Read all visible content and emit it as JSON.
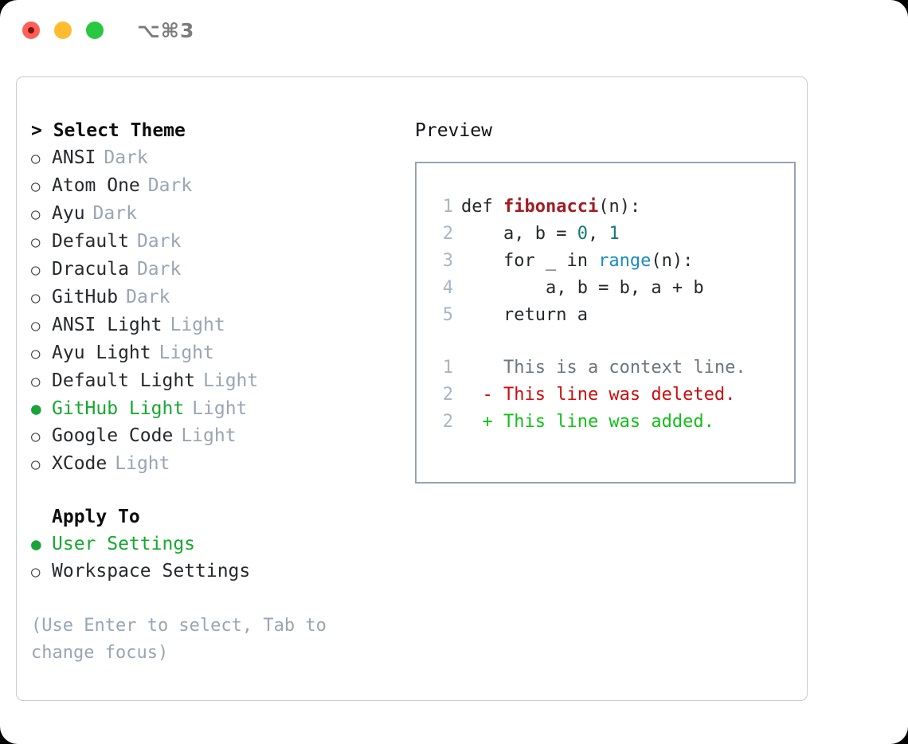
{
  "window": {
    "titlebar_label": "⌥⌘3",
    "traffic_lights": [
      "close-red",
      "minimize-yellow",
      "zoom-green"
    ]
  },
  "left": {
    "header": "> Select Theme",
    "themes": [
      {
        "marker": "○",
        "name": "ANSI",
        "badge": "Dark",
        "selected": false
      },
      {
        "marker": "○",
        "name": "Atom One",
        "badge": "Dark",
        "selected": false
      },
      {
        "marker": "○",
        "name": "Ayu",
        "badge": "Dark",
        "selected": false
      },
      {
        "marker": "○",
        "name": "Default",
        "badge": "Dark",
        "selected": false
      },
      {
        "marker": "○",
        "name": "Dracula",
        "badge": "Dark",
        "selected": false
      },
      {
        "marker": "○",
        "name": "GitHub",
        "badge": "Dark",
        "selected": false
      },
      {
        "marker": "○",
        "name": "ANSI Light",
        "badge": "Light",
        "selected": false
      },
      {
        "marker": "○",
        "name": "Ayu Light",
        "badge": "Light",
        "selected": false
      },
      {
        "marker": "○",
        "name": "Default Light",
        "badge": "Light",
        "selected": false
      },
      {
        "marker": "●",
        "name": "GitHub Light",
        "badge": "Light",
        "selected": true
      },
      {
        "marker": "○",
        "name": "Google Code",
        "badge": "Light",
        "selected": false
      },
      {
        "marker": "○",
        "name": "XCode",
        "badge": "Light",
        "selected": false
      }
    ],
    "apply_to": {
      "title": "Apply To",
      "options": [
        {
          "marker": "●",
          "name": "User Settings",
          "selected": true
        },
        {
          "marker": "○",
          "name": "Workspace Settings",
          "selected": false
        }
      ]
    },
    "hint": "(Use Enter to select, Tab to change focus)"
  },
  "preview": {
    "title": "Preview",
    "code_lines": [
      {
        "no": "1",
        "parts": [
          {
            "t": "def ",
            "c": "plain"
          },
          {
            "t": "fibonacci",
            "c": "fn"
          },
          {
            "t": "(n):",
            "c": "plain"
          }
        ]
      },
      {
        "no": "2",
        "parts": [
          {
            "t": "    a, b = ",
            "c": "plain"
          },
          {
            "t": "0",
            "c": "num"
          },
          {
            "t": ", ",
            "c": "plain"
          },
          {
            "t": "1",
            "c": "num"
          }
        ]
      },
      {
        "no": "3",
        "parts": [
          {
            "t": "    for _ in ",
            "c": "plain"
          },
          {
            "t": "range",
            "c": "build"
          },
          {
            "t": "(n):",
            "c": "plain"
          }
        ]
      },
      {
        "no": "4",
        "parts": [
          {
            "t": "        a, b = b, a + b",
            "c": "plain"
          }
        ]
      },
      {
        "no": "5",
        "parts": [
          {
            "t": "    return a",
            "c": "plain"
          }
        ]
      }
    ],
    "diff_lines": [
      {
        "no": "1",
        "sign": " ",
        "text": "This is a context line.",
        "kind": "ctx"
      },
      {
        "no": "2",
        "sign": "-",
        "text": "This line was deleted.",
        "kind": "del"
      },
      {
        "no": "2",
        "sign": "+",
        "text": "This line was added.",
        "kind": "add"
      }
    ]
  },
  "colors": {
    "accent_green": "#16a830",
    "muted": "#9aa5b4",
    "diff_delete": "#cc0d0d",
    "diff_add": "#11c017",
    "syntax_function": "#a21c23",
    "syntax_number": "#0f7c74",
    "syntax_builtin": "#1a8bbf",
    "border": "#c7cdd6",
    "preview_border": "#97a3b2"
  }
}
